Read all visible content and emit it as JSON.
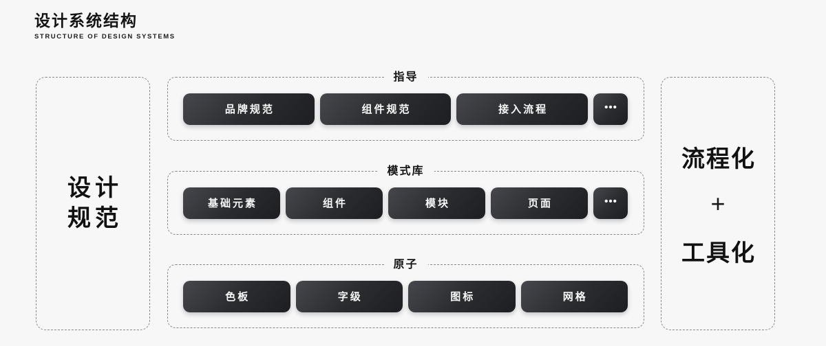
{
  "header": {
    "title": "设计系统结构",
    "subtitle": "STRUCTURE OF DESIGN SYSTEMS"
  },
  "left_panel": {
    "line1": "设计",
    "line2": "规范"
  },
  "right_panel": {
    "line1": "流程化",
    "plus": "+",
    "line2": "工具化"
  },
  "sections": [
    {
      "label": "指导",
      "buttons": [
        "品牌规范",
        "组件规范",
        "接入流程"
      ],
      "more_label": "•••"
    },
    {
      "label": "模式库",
      "buttons": [
        "基础元素",
        "组件",
        "模块",
        "页面"
      ],
      "more_label": "•••"
    },
    {
      "label": "原子",
      "buttons": [
        "色板",
        "字级",
        "图标",
        "网格"
      ]
    }
  ],
  "colors": {
    "page_background": "#f7f7f8",
    "dashed_border": "#87898c",
    "button_gradient_start": "#46474c",
    "button_gradient_end": "#1d1e22",
    "button_text": "#f7f8f8",
    "heading_text": "#141414"
  }
}
